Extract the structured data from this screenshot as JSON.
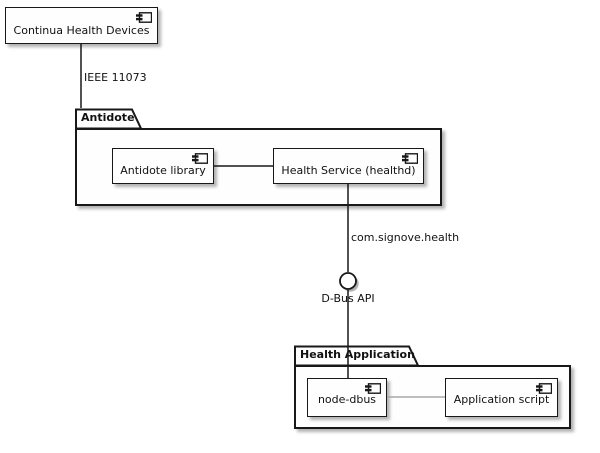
{
  "diagram_type": "uml-component-diagram",
  "background": "#ffffff",
  "colors": {
    "background": "#ffffff",
    "node_fill": "#fefefe",
    "border": "#181818",
    "edge": "#181818",
    "secondary_edge": "#a8a8a8",
    "shadow": "rgba(0,0,0,0.3)"
  },
  "components": [
    {
      "label": "Continua Health Devices"
    },
    {
      "label": "Antidote library"
    },
    {
      "label": "Health Service (healthd)"
    },
    {
      "label": "node-dbus"
    },
    {
      "label": "Application script"
    }
  ],
  "packages": [
    {
      "label": "Antidote"
    },
    {
      "label": "Health Application"
    }
  ],
  "interfaces": [
    {
      "label": "D-Bus API",
      "shape": "lollipop-circle"
    }
  ],
  "edges": [
    {
      "from": "Continua Health Devices",
      "to": "Antidote",
      "label": "IEEE 11073"
    },
    {
      "from": "Antidote library",
      "to": "Health Service (healthd)",
      "label": ""
    },
    {
      "from": "Health Service (healthd)",
      "to": "D-Bus API",
      "label": "com.signove.health"
    },
    {
      "from": "D-Bus API",
      "to": "node-dbus",
      "label": ""
    },
    {
      "from": "node-dbus",
      "to": "Application script",
      "label": ""
    }
  ],
  "icons": {
    "component_icon": "uml-component-icon"
  }
}
